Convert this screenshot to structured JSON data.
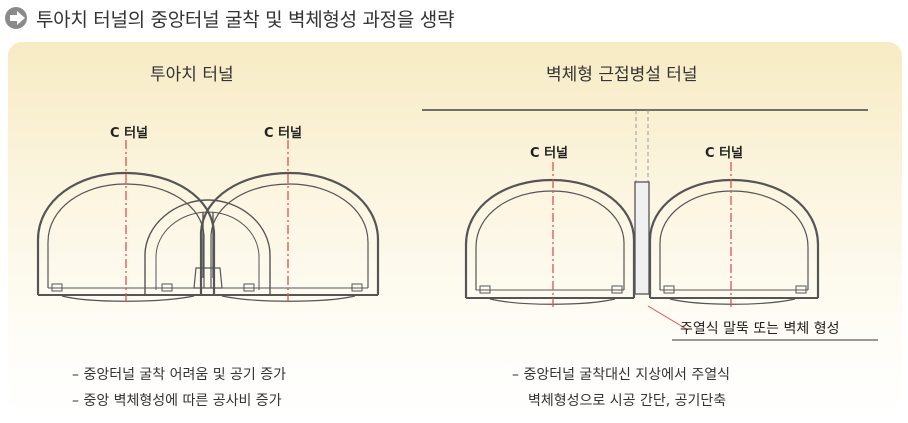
{
  "header": {
    "icon": "arrow-right-icon",
    "title": "투아치 터널의 중앙터널 굴착 및 벽체형성 과정을 생략"
  },
  "left_panel": {
    "title": "투아치 터널",
    "centerline_labels": [
      "C 터널",
      "C 터널"
    ],
    "notes": [
      "– 중앙터널 굴착 어려움 및 공기 증가",
      "– 중앙 벽체형성에 따른 공사비 증가"
    ]
  },
  "right_panel": {
    "title": "벽체형 근접병설 터널",
    "centerline_labels": [
      "C 터널",
      "C 터널"
    ],
    "callout": "주열식 말뚝 또는 벽체 형성",
    "notes": [
      "– 중앙터널 굴착대신 지상에서 주열식",
      "벽체형성으로 시공 간단, 공기단축"
    ]
  },
  "colors": {
    "icon": "#8a8a8a",
    "panel_top": "#f7ebc4",
    "centerline": "#e05050",
    "lining": "#555555"
  }
}
